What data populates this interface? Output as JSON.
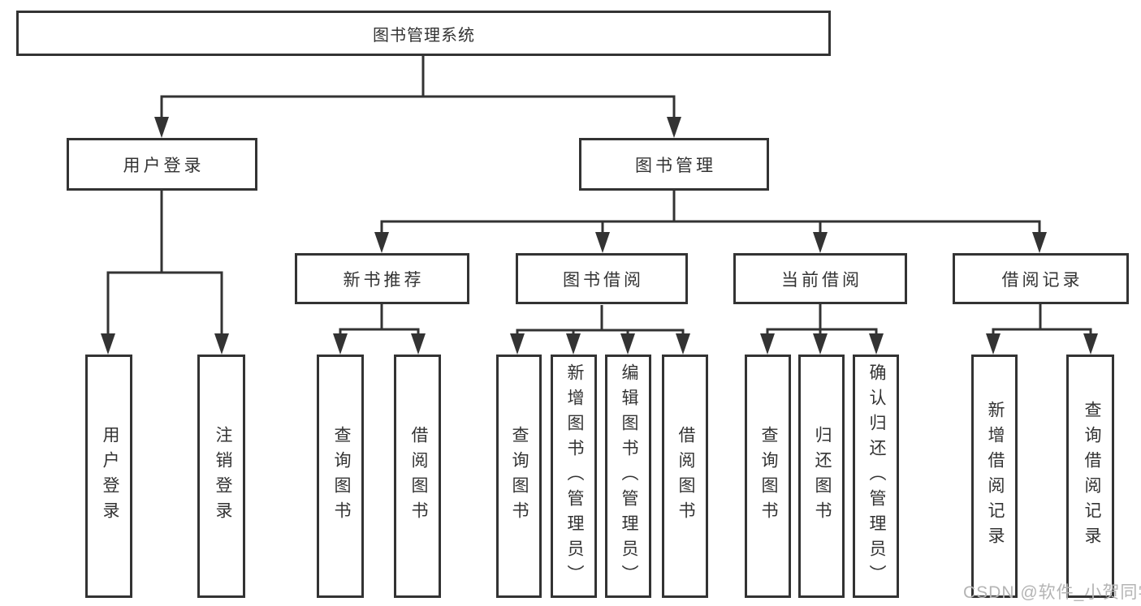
{
  "diagram": {
    "title": "图书管理系统",
    "branches": {
      "user_login": {
        "label": "用户登录",
        "children": [
          "用户登录",
          "注销登录"
        ]
      },
      "book_management": {
        "label": "图书管理",
        "sections": [
          {
            "label": "新书推荐",
            "children": [
              "查询图书",
              "借阅图书"
            ]
          },
          {
            "label": "图书借阅",
            "children": [
              "查询图书",
              "新增图书（管理员）",
              "编辑图书（管理员）",
              "借阅图书"
            ]
          },
          {
            "label": "当前借阅",
            "children": [
              "查询图书",
              "归还图书",
              "确认归还（管理员）"
            ]
          },
          {
            "label": "借阅记录",
            "children": [
              "新增借阅记录",
              "查询借阅记录"
            ]
          }
        ]
      }
    }
  },
  "watermark": "CSDN @软件_小贺同学",
  "colors": {
    "line": "#333333",
    "text": "#333333",
    "box_fill": "#ffffff",
    "background": "#ffffff",
    "watermark": "#b4b4b4"
  }
}
